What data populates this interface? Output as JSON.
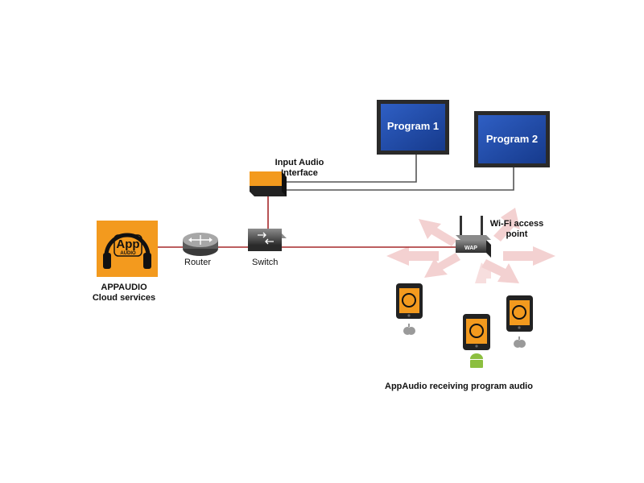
{
  "nodes": {
    "cloud": {
      "logo_text": "App",
      "logo_subtext": "AUDIO",
      "label_line1": "APPAUDIO",
      "label_line2": "Cloud services"
    },
    "router": {
      "label": "Router"
    },
    "switch": {
      "label": "Switch"
    },
    "audio_interface": {
      "label_line1": "Input Audio",
      "label_line2": "Interface"
    },
    "wap": {
      "label_line1": "Wi-Fi access",
      "label_line2": "point",
      "device_text": "WAP"
    },
    "program1": {
      "label": "Program 1"
    },
    "program2": {
      "label": "Program 2"
    }
  },
  "receivers": {
    "caption": "AppAudio receiving program audio"
  },
  "colors": {
    "link_red": "#a6282a",
    "link_gray": "#555555",
    "screen_blue": "#1f4aa8",
    "logo_orange": "#f39a1e",
    "android_green": "#8cbf3f",
    "apple_gray": "#9a9a9a",
    "arrow_pink": "#f2c9c9"
  }
}
